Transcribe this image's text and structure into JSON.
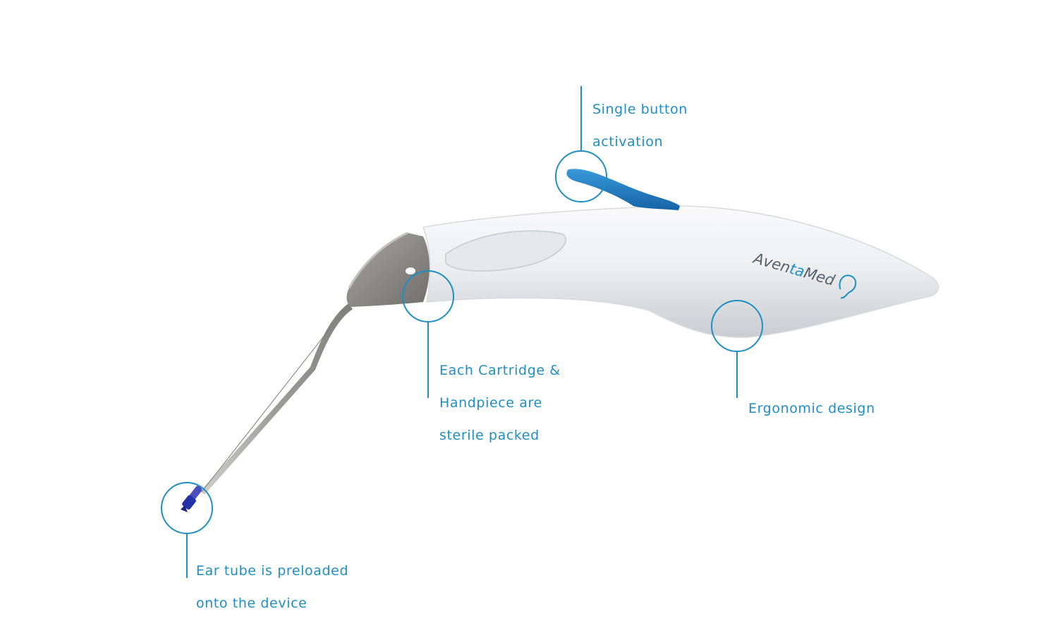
{
  "brand": {
    "logo_prefix": "Aven",
    "logo_mid": "ta",
    "logo_suffix": "Med"
  },
  "colors": {
    "accent": "#1d8fc4",
    "button_blue": "#1f7fc6",
    "body_white": "#f1f2f4",
    "cartridge_gray": "#8f8e8b",
    "shaft_gray": "#a9aaa6",
    "tip_blue": "#2432a8"
  },
  "callouts": {
    "button": {
      "line1": "Single button",
      "line2": "activation"
    },
    "sterile": {
      "line1": "Each Cartridge &",
      "line2": "Handpiece are",
      "line3": "sterile packed"
    },
    "ergonomic": {
      "line1": "Ergonomic design"
    },
    "eartube": {
      "line1": "Ear tube is preloaded",
      "line2": "onto the device"
    }
  }
}
